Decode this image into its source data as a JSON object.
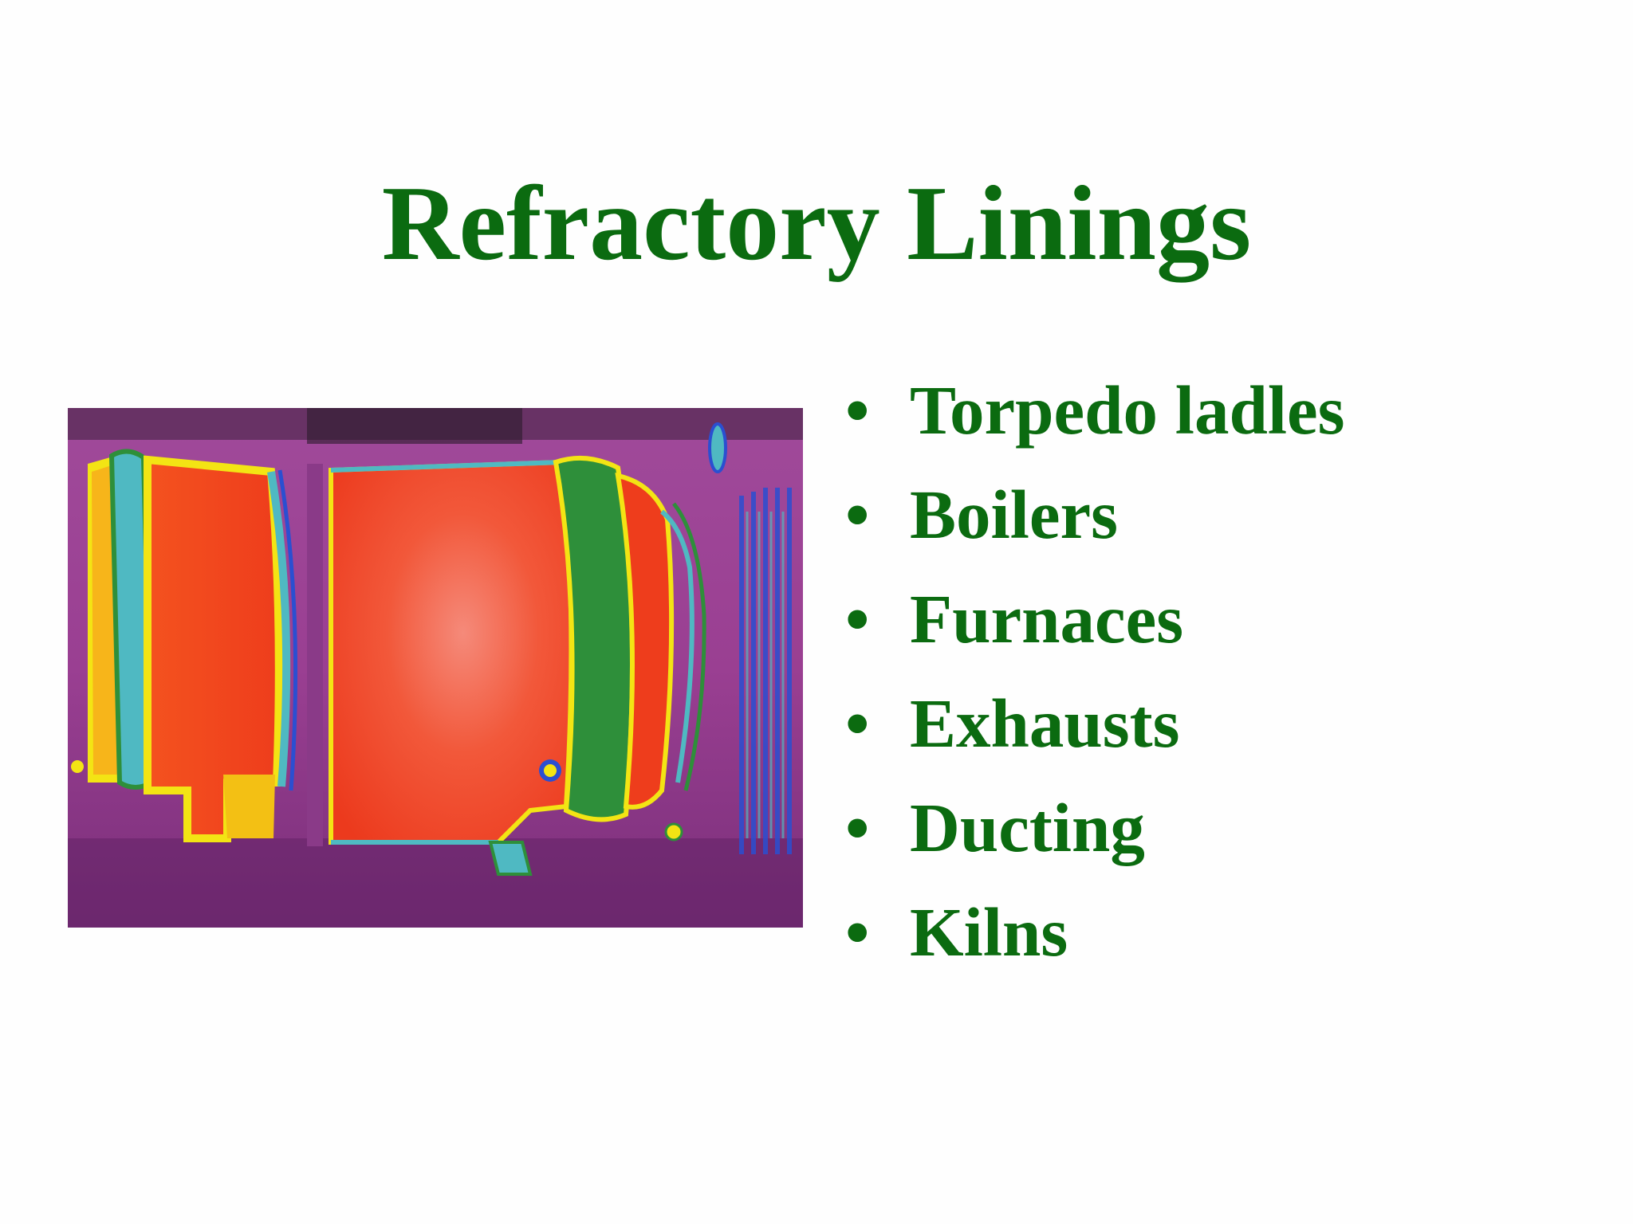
{
  "slide": {
    "title": "Refractory Linings",
    "bullet_char": "•",
    "bullets": [
      "Torpedo ladles",
      "Boilers",
      "Furnaces",
      "Exhausts",
      "Ducting",
      "Kilns"
    ]
  },
  "colors": {
    "text_green": "#0b6b10",
    "background": "#fefefe",
    "thermal_magenta": "#9c3f8e",
    "thermal_red": "#f04a22",
    "thermal_yellow": "#f3e414",
    "thermal_green": "#2e8f3a",
    "thermal_cyan": "#4fb9c2",
    "thermal_blue": "#2b4fd1"
  },
  "image": {
    "subject": "thermal-image-of-torpedo-ladle"
  }
}
